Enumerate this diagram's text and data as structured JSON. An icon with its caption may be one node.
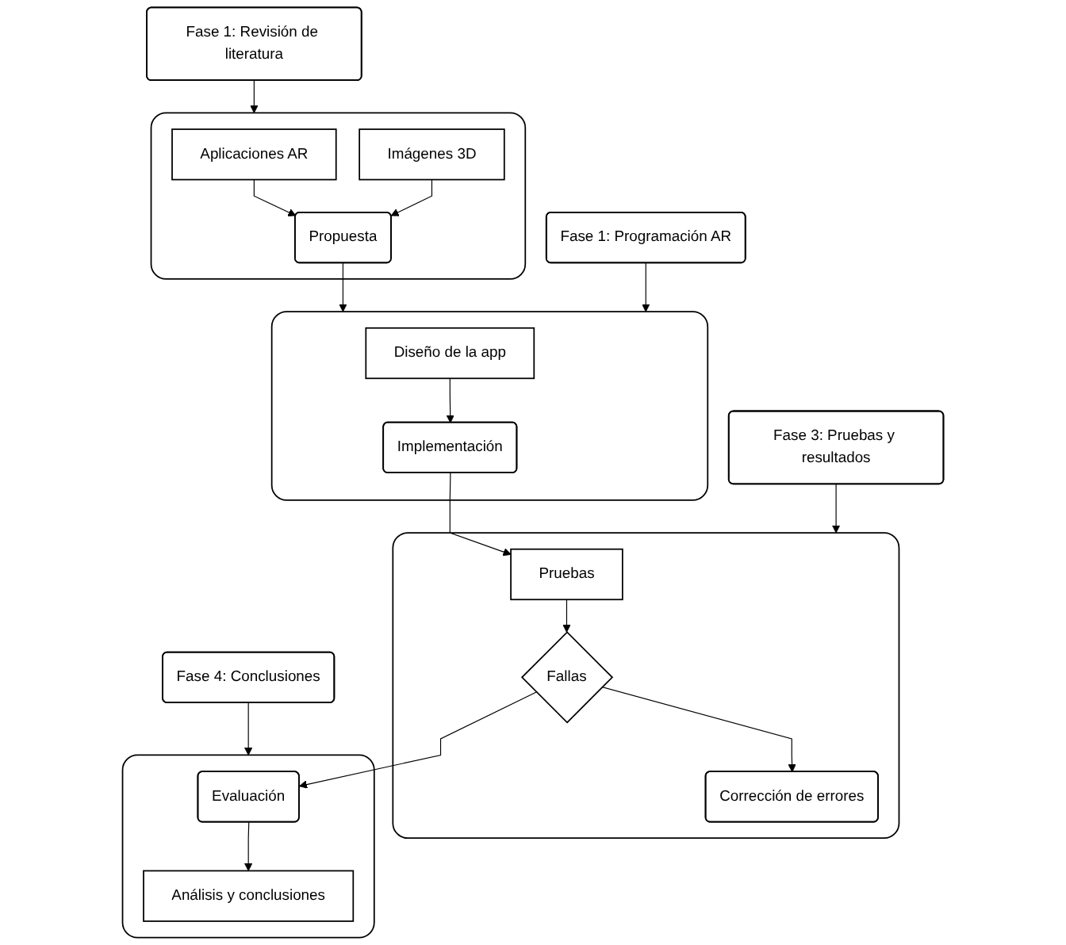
{
  "diagram": {
    "nodes": [
      {
        "text": [
          "Fase 1: Revisión de literatura"
        ]
      },
      {
        "text": [],
        "shape": "box"
      },
      {
        "text": [
          "Aplicaciones AR"
        ],
        "in": 1
      },
      {
        "text": [
          "Propuesta"
        ],
        "in": 1
      },
      {
        "text": [
          "Imágenes 3D"
        ],
        "in": 1
      },
      {
        "text": [
          "Fase 1: Programación AR"
        ]
      },
      {
        "text": [],
        "shape": "box"
      },
      {
        "text": [
          "Diseño de la app"
        ],
        "in": 6
      },
      {
        "text": [
          "Implementación"
        ],
        "in": 6
      },
      {
        "text": [
          "Fase 3: Pruebas y resultados"
        ]
      },
      {
        "text": [],
        "shape": "box"
      },
      {
        "text": [
          "Pruebas"
        ],
        "in": 10
      },
      {
        "text": [
          "Fallas"
        ],
        "in": 10
      },
      {
        "text": [
          "Corrección de errores"
        ],
        "in": 10
      },
      {
        "text": [
          "Fase 4: Conclusiones"
        ]
      },
      {
        "text": [],
        "shape": "box"
      },
      {
        "text": [
          "Evaluación"
        ],
        "in": 15
      },
      {
        "text": [
          "Análisis y conclusiones"
        ],
        "in": 15
      }
    ],
    "edges": [
      {
        "from": 0,
        "to": 1,
        "arrow": "to"
      },
      {
        "from": 2,
        "to": 3,
        "arrow": "to"
      },
      {
        "from": 4,
        "to": 3,
        "arrow": "to"
      },
      {
        "from": 3,
        "to": 6,
        "arrow": "to"
      },
      {
        "from": 5,
        "to": 6,
        "arrow": "to"
      },
      {
        "from": 7,
        "to": 8,
        "arrow": "to"
      },
      {
        "from": 8,
        "to": 11,
        "arrow": "to"
      },
      {
        "from": 9,
        "to": 10,
        "arrow": "to"
      },
      {
        "from": 11,
        "to": 12,
        "arrow": "to"
      },
      {
        "from": 12,
        "to": 13,
        "arrow": "to"
      },
      {
        "from": 12,
        "to": 16,
        "arrow": "to"
      },
      {
        "from": 14,
        "to": 15,
        "arrow": "to"
      },
      {
        "from": 16,
        "to": 17,
        "arrow": "to"
      }
    ]
  }
}
